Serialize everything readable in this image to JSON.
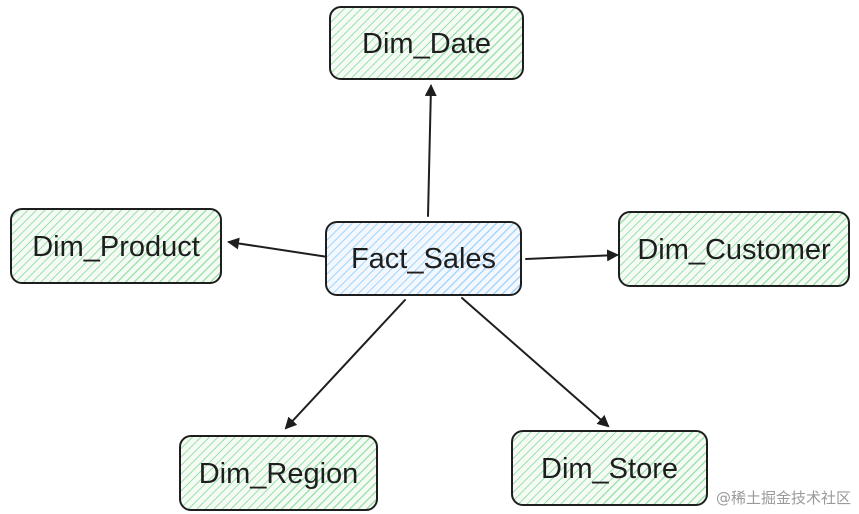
{
  "diagram": {
    "nodes": {
      "dim_date": "Dim_Date",
      "dim_product": "Dim_Product",
      "fact_sales": "Fact_Sales",
      "dim_customer": "Dim_Customer",
      "dim_region": "Dim_Region",
      "dim_store": "Dim_Store"
    },
    "edges": [
      {
        "from": "fact_sales",
        "to": "dim_date"
      },
      {
        "from": "fact_sales",
        "to": "dim_product"
      },
      {
        "from": "fact_sales",
        "to": "dim_customer"
      },
      {
        "from": "fact_sales",
        "to": "dim_region"
      },
      {
        "from": "fact_sales",
        "to": "dim_store"
      }
    ],
    "colors": {
      "stroke": "#1e1e1e",
      "dim_fill": "#40c057",
      "fact_fill": "#4dabf7"
    }
  },
  "watermark": "@稀土掘金技术社区"
}
